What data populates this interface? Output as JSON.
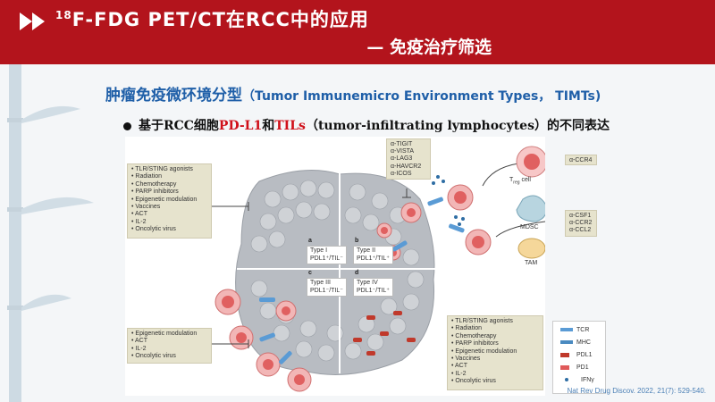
{
  "header": {
    "title_sup": "18",
    "title_main": "F-FDG PET/CT在RCC中的应用",
    "title_sub": "— 免疫治疗筛选"
  },
  "subtitle": {
    "zh": "肿瘤免疫微环境分型",
    "en": "（Tumor Immunemicro Environment Types， TIMTs)"
  },
  "bullet": {
    "prefix": "基于RCC细胞",
    "pdl1": "PD-L1",
    "and": "和",
    "tils": "TILs",
    "suffix": "（tumor-infiltrating lymphocytes）的不同表达"
  },
  "figure": {
    "box_top_left": [
      "TLR/STING agonists",
      "Radiation",
      "Chemotherapy",
      "PARP inhibitors",
      "Epigenetic modulation",
      "Vaccines",
      "ACT",
      "IL-2",
      "Oncolytic virus"
    ],
    "box_bottom_left": [
      "Epigenetic modulation",
      "ACT",
      "IL-2",
      "Oncolytic virus"
    ],
    "box_bottom_right": [
      "TLR/STING agonists",
      "Radiation",
      "Chemotherapy",
      "PARP inhibitors",
      "Epigenetic modulation",
      "Vaccines",
      "ACT",
      "IL-2",
      "Oncolytic virus"
    ],
    "antibodies_top": [
      "α-TIGIT",
      "α-VISTA",
      "α-LAG3",
      "α-HAVCR2",
      "α-ICOS"
    ],
    "antibody_ccr4": "α-CCR4",
    "antibodies_right": [
      "α-CSF1",
      "α-CCR2",
      "α-CCL2"
    ],
    "cell_treg": "T",
    "cell_treg_sub": "reg",
    "cell_treg_suffix": " cell",
    "cell_mdsc": "MDSC",
    "cell_tam": "TAM",
    "quadrants": [
      {
        "letter": "a",
        "type": "Type I",
        "desc": "PDL1⁺/TIL⁻"
      },
      {
        "letter": "b",
        "type": "Type II",
        "desc": "PDL1⁺/TIL⁺"
      },
      {
        "letter": "c",
        "type": "Type III",
        "desc": "PDL1⁻/TIL⁻"
      },
      {
        "letter": "d",
        "type": "Type IV",
        "desc": "PDL1⁻/TIL⁺"
      }
    ],
    "legend": {
      "tcr": "TCR",
      "mhc": "MHC",
      "pdl1": "PDL1",
      "pd1": "PD1",
      "ifn": "IFNγ"
    },
    "colors": {
      "tcr": "#5a9bd5",
      "mhc": "#4a8ac0",
      "pdl1": "#c0392b",
      "pd1": "#e05a5a",
      "ifn": "#2e6da4"
    }
  },
  "citation": "Nat Rev Drug Discov. 2022, 21(7): 529-540."
}
